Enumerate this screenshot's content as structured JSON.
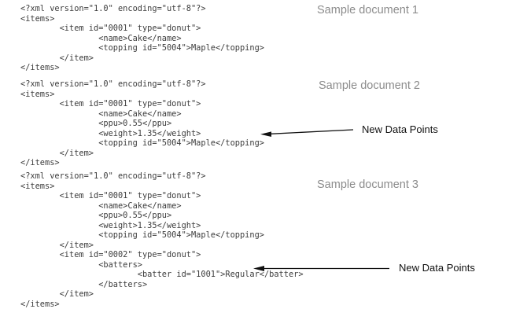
{
  "colors": {
    "background": "#ffffff",
    "code_text": "#3d3d3d",
    "doc_label_gray": "#8c8c8c",
    "annotation_text": "#111111",
    "arrow": "#111111"
  },
  "documents": [
    {
      "label": "Sample document 1",
      "code_lines": [
        "<?xml version=\"1.0\" encoding=\"utf-8\"?>",
        "<items>",
        "        <item id=\"0001\" type=\"donut\">",
        "                <name>Cake</name>",
        "                <topping id=\"5004\">Maple</topping>",
        "        </item>",
        "</items>"
      ]
    },
    {
      "label": "Sample document 2",
      "code_lines": [
        "<?xml version=\"1.0\" encoding=\"utf-8\"?>",
        "<items>",
        "        <item id=\"0001\" type=\"donut\">",
        "                <name>Cake</name>",
        "                <ppu>0.55</ppu>",
        "                <weight>1.35</weight>",
        "                <topping id=\"5004\">Maple</topping>",
        "        </item>",
        "</items>"
      ]
    },
    {
      "label": "Sample document 3",
      "code_lines": [
        "<?xml version=\"1.0\" encoding=\"utf-8\"?>",
        "<items>",
        "        <item id=\"0001\" type=\"donut\">",
        "                <name>Cake</name>",
        "                <ppu>0.55</ppu>",
        "                <weight>1.35</weight>",
        "                <topping id=\"5004\">Maple</topping>",
        "        </item>",
        "        <item id=\"0002\" type=\"donut\">",
        "                <batters>",
        "                        <batter id=\"1001\">Regular</batter>",
        "                </batters>",
        "        </item>",
        "</items>"
      ]
    }
  ],
  "annotations": [
    {
      "label": "New Data Points"
    },
    {
      "label": "New Data Points"
    }
  ]
}
